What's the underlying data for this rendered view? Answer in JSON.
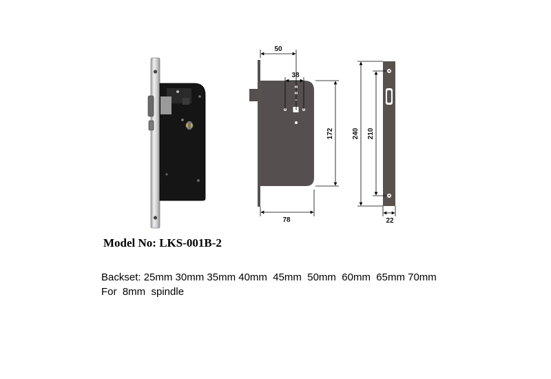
{
  "product": {
    "model_label": "Model No:",
    "model_number": "LKS-001B-2",
    "backset_label": "Backset:",
    "backset_values": "25mm 30mm 35mm 40mm  45mm  50mm  60mm  65mm 70mm",
    "spindle_text": "For  8mm  spindle"
  },
  "dimensions": {
    "backset_to_spindle": "50",
    "spindle_to_cylinder": "38",
    "body_height": "172",
    "body_width": "78",
    "faceplate_length": "240",
    "screw_spacing": "210",
    "faceplate_width": "22"
  },
  "colors": {
    "body": "#55504f",
    "faceplate": "#58524f",
    "photo_body": "#151515",
    "faceplate_steel": "#d9dadc"
  }
}
